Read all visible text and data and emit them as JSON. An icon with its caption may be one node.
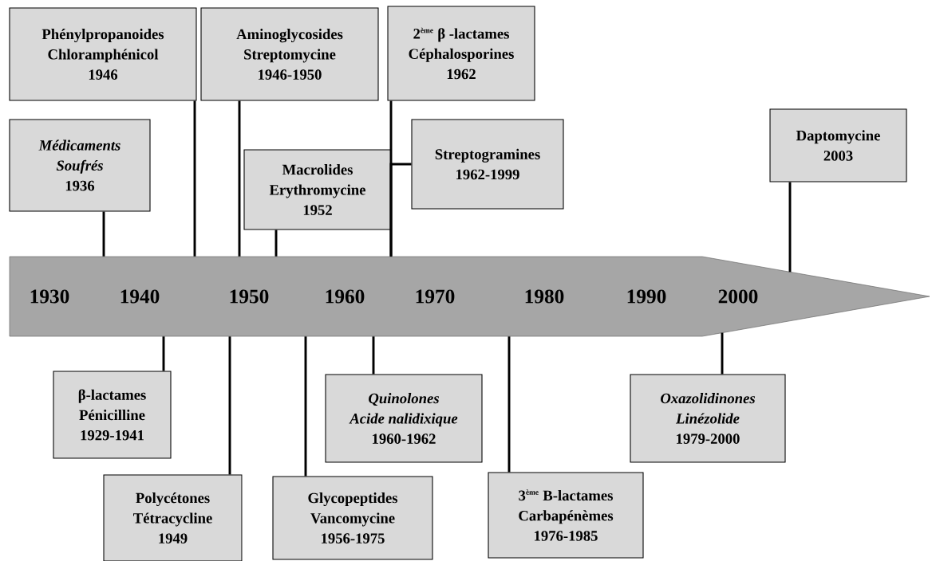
{
  "diagram": {
    "nodes": [
      {
        "text": [
          "Phénylpropanoides",
          "Chloramphénicol",
          "1946"
        ]
      },
      {
        "text": [
          "Aminoglycosides",
          "Streptomycine",
          "1946-1950"
        ]
      },
      {
        "text": [
          "\\mbox{2}^{\\mbox{\\scriptsize ème}}\\ \\mbox{β -lactames}",
          "Céphalosporines",
          "1962"
        ]
      },
      {
        "text": [
          "Médicaments",
          "Soufrés",
          "1936"
        ]
      },
      {
        "text": [
          "Macrolides",
          "Erythromycine",
          "1952"
        ]
      },
      {
        "text": [
          "Streptogramines",
          "1962-1999"
        ]
      },
      {
        "text": [
          "Daptomycine",
          "2003"
        ]
      },
      {
        "text": [
          "1930",
          "1940",
          "1950",
          "1960",
          "1970",
          "1980",
          "1990",
          "2000"
        ]
      },
      {
        "text": [
          "β-lactames",
          "Pénicilline",
          "1929-1941"
        ]
      },
      {
        "text": [
          "Quinolones",
          "Acide nalidixique",
          "1960-1962"
        ]
      },
      {
        "text": [
          "Oxazolidinones",
          "Linézolide",
          "1979-2000"
        ]
      },
      {
        "text": [
          "Polycétones",
          "Tétracycline",
          "1949"
        ]
      },
      {
        "text": [
          "Glycopeptides",
          "Vancomycine",
          "1956-1975"
        ]
      },
      {
        "text": [
          "\\mbox{3}^{\\mbox{\\scriptsize ème}}\\ \\mbox{B-lactames}",
          "Carbapénèmes",
          "1976-1985"
        ]
      }
    ],
    "edges": [
      {
        "from": 0,
        "to": 7,
        "arrow": "none"
      },
      {
        "from": 1,
        "to": 7,
        "arrow": "none"
      },
      {
        "from": 2,
        "to": 7,
        "arrow": "none"
      },
      {
        "from": 3,
        "to": 7,
        "arrow": "none"
      },
      {
        "from": 4,
        "to": 7,
        "arrow": "none"
      },
      {
        "from": 5,
        "to": 7,
        "arrow": "none"
      },
      {
        "from": 6,
        "to": 7,
        "arrow": "none"
      },
      {
        "from": 8,
        "to": 7,
        "arrow": "none"
      },
      {
        "from": 9,
        "to": 7,
        "arrow": "none"
      },
      {
        "from": 10,
        "to": 7,
        "arrow": "none"
      },
      {
        "from": 11,
        "to": 7,
        "arrow": "none"
      },
      {
        "from": 12,
        "to": 7,
        "arrow": "none"
      },
      {
        "from": 13,
        "to": 7,
        "arrow": "none"
      }
    ]
  }
}
